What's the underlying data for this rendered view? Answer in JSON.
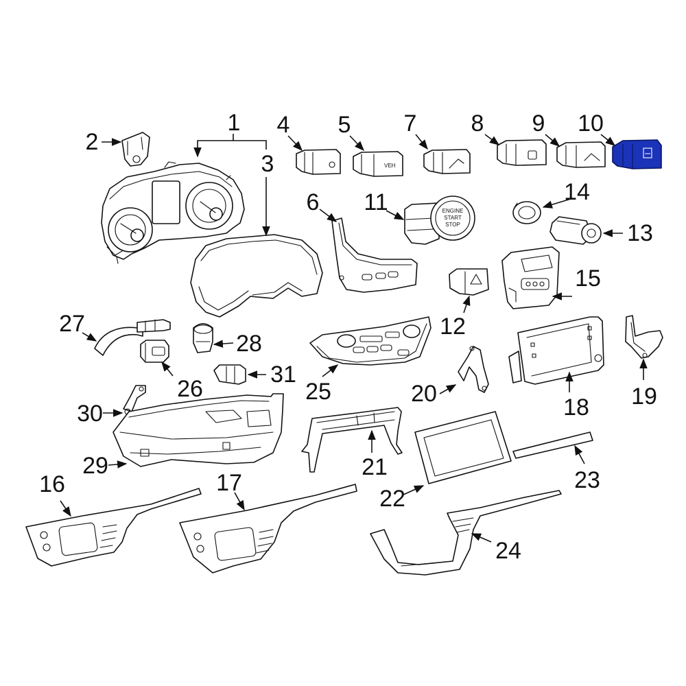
{
  "callouts": [
    "1",
    "2",
    "3",
    "4",
    "5",
    "6",
    "7",
    "8",
    "9",
    "10",
    "11",
    "12",
    "13",
    "14",
    "15",
    "16",
    "17",
    "18",
    "19",
    "20",
    "21",
    "22",
    "23",
    "24",
    "25",
    "26",
    "27",
    "28",
    "29",
    "30",
    "31"
  ],
  "start_button_text": [
    "ENGINE",
    "START",
    "STOP"
  ],
  "highlight_color": "#1a33b8",
  "highlighted_part": "10"
}
